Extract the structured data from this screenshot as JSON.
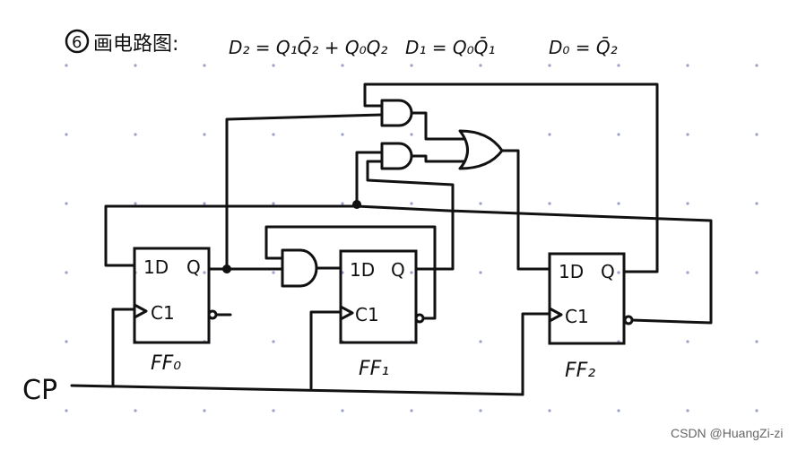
{
  "header": {
    "step_number": "6",
    "title": "画电路图:"
  },
  "equations": {
    "d2": "D₂ = Q₁Q̄₂ + Q₀Q₂",
    "d1": "D₁ = Q₀Q̄₁",
    "d0": "D₀ = Q̄₂"
  },
  "flip_flops": [
    {
      "name": "FF₀",
      "d_pin": "1D",
      "q_pin": "Q",
      "clk_pin": "C1"
    },
    {
      "name": "FF₁",
      "d_pin": "1D",
      "q_pin": "Q",
      "clk_pin": "C1"
    },
    {
      "name": "FF₂",
      "d_pin": "1D",
      "q_pin": "Q",
      "clk_pin": "C1"
    }
  ],
  "clock_label": "CP",
  "watermark": "CSDN @HuangZi-zi"
}
